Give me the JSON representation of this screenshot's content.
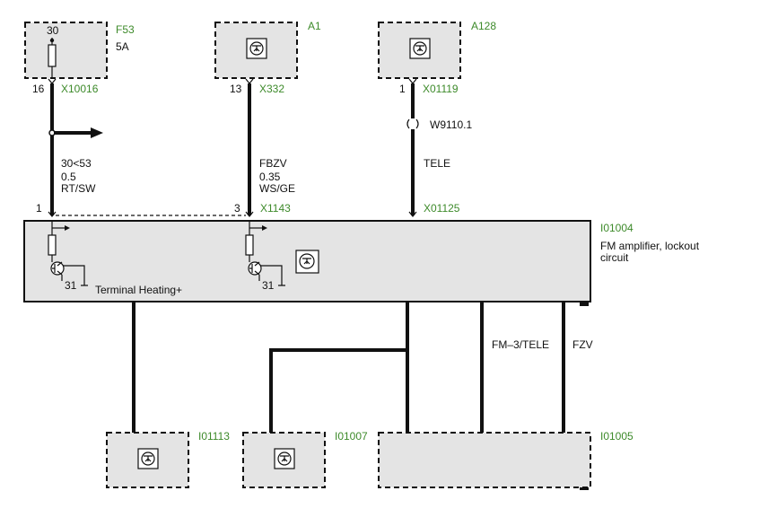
{
  "components": {
    "F53": {
      "id": "F53",
      "pin_top": "30",
      "rating": "5A"
    },
    "A1": {
      "id": "A1"
    },
    "A128": {
      "id": "A128"
    },
    "I01004": {
      "id": "I01004",
      "desc_line1": "FM  amplifier, lockout",
      "desc_line2": " circuit",
      "inner_label": "Terminal Heating+",
      "ground_a": "31",
      "ground_b": "31"
    },
    "I01113": {
      "id": "I01113"
    },
    "I01007": {
      "id": "I01007"
    },
    "I01005": {
      "id": "I01005"
    }
  },
  "connectors": {
    "c1": {
      "pin": "16",
      "id": "X10016"
    },
    "c2": {
      "pin": "13",
      "id": "X332"
    },
    "c3": {
      "pin": "1",
      "id": "X01119"
    },
    "c4": {
      "pin": "1",
      "id": "X1143_pin1"
    },
    "c5": {
      "pin": "3",
      "id": "X1143"
    },
    "c6": {
      "id": "X01125"
    }
  },
  "wires": {
    "w1": {
      "line1": "30<53",
      "line2": "0.5",
      "line3": "RT/SW"
    },
    "w2": {
      "line1": "FBZV",
      "line2": "0.35",
      "line3": "WS/GE"
    },
    "w3": {
      "name": "TELE",
      "splice": "W9110.1"
    },
    "w4": {
      "name": "FM–3/TELE"
    },
    "w5": {
      "name": "FZV"
    }
  }
}
